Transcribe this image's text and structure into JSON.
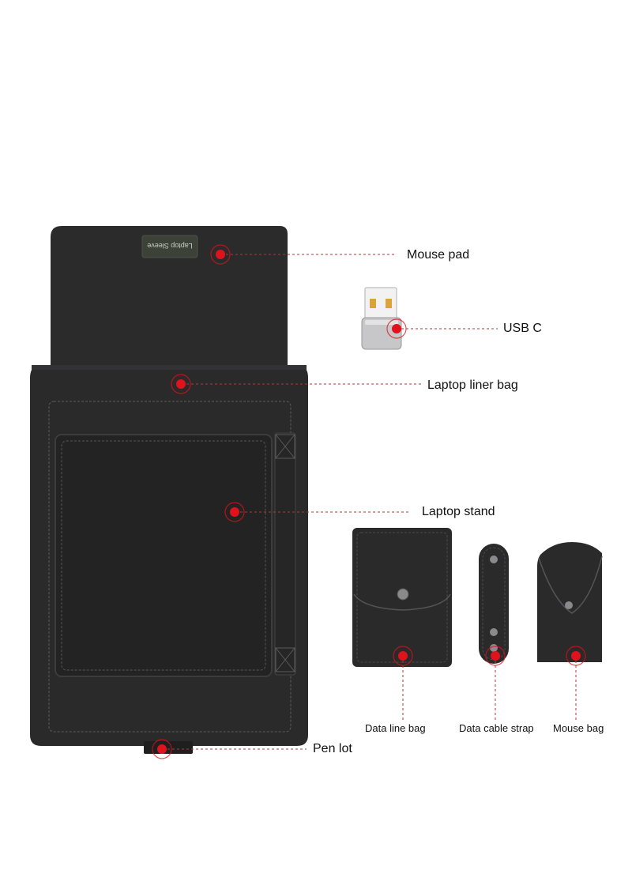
{
  "labels": {
    "mouse_pad": "Mouse pad",
    "usb_c": "USB C",
    "liner_bag": "Laptop liner bag",
    "laptop_stand": "Laptop stand",
    "pen_lot": "Pen lot",
    "data_line_bag": "Data line bag",
    "data_cable_strap": "Data cable strap",
    "mouse_bag": "Mouse bag"
  },
  "tag_text": "Laptop Sleeve",
  "colors": {
    "leather": "#2a2a2b",
    "leather_dark": "#1d1d1e",
    "stitch": "#5c5c5e",
    "marker": "#e0121b",
    "leader": "#a8393d"
  }
}
